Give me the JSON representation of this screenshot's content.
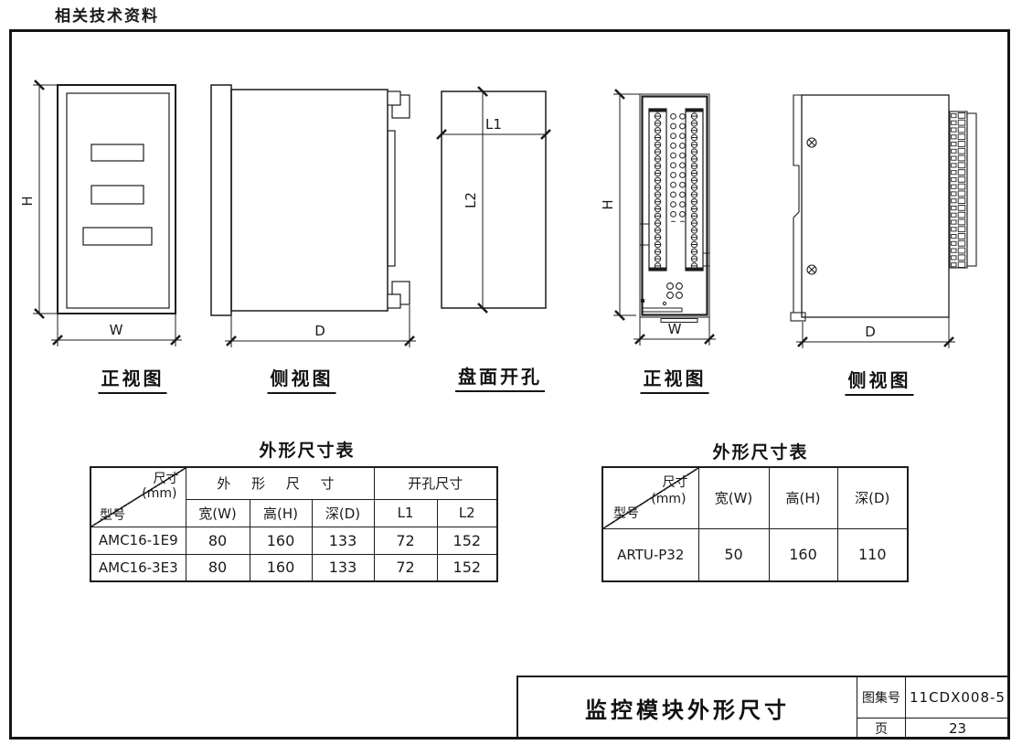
{
  "page": {
    "top_note": "相关技术资料"
  },
  "drawings": {
    "front_view_1": {
      "caption": "正视图",
      "dim_h": "H",
      "dim_w": "W"
    },
    "side_view_1": {
      "caption": "侧视图",
      "dim_d": "D"
    },
    "panel_cutout": {
      "caption": "盘面开孔",
      "dim_l1": "L1",
      "dim_l2": "L2"
    },
    "front_view_2": {
      "caption": "正视图",
      "dim_h": "H",
      "dim_w": "W"
    },
    "side_view_2": {
      "caption": "侧视图",
      "dim_d": "D"
    }
  },
  "left_table": {
    "title": "外形尺寸表",
    "corner": {
      "top_label": "尺寸",
      "unit": "(mm)",
      "bottom_label": "型号"
    },
    "group_headers": {
      "outline": "外 形 尺 寸",
      "cutout": "开孔尺寸"
    },
    "columns": [
      "宽(W)",
      "高(H)",
      "深(D)",
      "L1",
      "L2"
    ],
    "rows": [
      {
        "model": "AMC16-1E9",
        "values": [
          "80",
          "160",
          "133",
          "72",
          "152"
        ]
      },
      {
        "model": "AMC16-3E3",
        "values": [
          "80",
          "160",
          "133",
          "72",
          "152"
        ]
      }
    ]
  },
  "right_table": {
    "title": "外形尺寸表",
    "corner": {
      "top_label": "尺寸",
      "unit": "(mm)",
      "bottom_label": "型号"
    },
    "columns": [
      "宽(W)",
      "高(H)",
      "深(D)"
    ],
    "rows": [
      {
        "model": "ARTU-P32",
        "values": [
          "50",
          "160",
          "110"
        ]
      }
    ]
  },
  "title_block": {
    "title": "监控模块外形尺寸",
    "atlas_label": "图集号",
    "atlas_value": "11CDX008-5",
    "page_label": "页",
    "page_value": "23"
  },
  "colors": {
    "line": "#1c1c1c",
    "background": "#ffffff"
  }
}
